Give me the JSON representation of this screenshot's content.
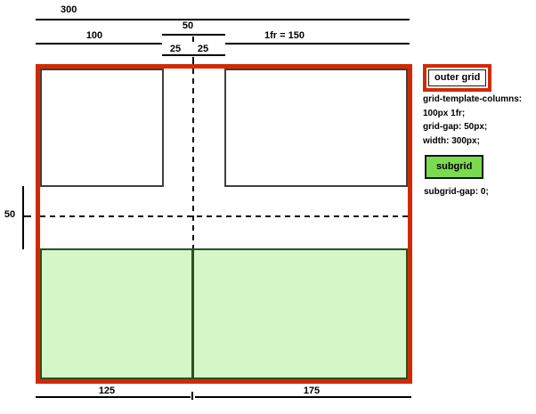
{
  "measurements": {
    "outer_width": "300",
    "column1": "100",
    "column_gap": "50",
    "gap_half_left": "25",
    "gap_half_right": "25",
    "column2": "1fr = 150",
    "row_gap": "50",
    "subgrid_column1": "125",
    "subgrid_column2": "175"
  },
  "legend": {
    "outer_grid_label": "outer grid",
    "outer_grid_css": [
      "grid-template-columns:",
      "100px 1fr;",
      "grid-gap: 50px;",
      "width: 300px;"
    ],
    "subgrid_label": "subgrid",
    "subgrid_css": "subgrid-gap: 0;"
  },
  "colors": {
    "outer_grid_border": "#d22a00",
    "cell_border": "#404040",
    "subgrid_fill": "#d5f6c6",
    "subgrid_border": "#2a511f",
    "legend_subgrid_fill": "#7bdb4f",
    "measure_line": "#000000"
  }
}
